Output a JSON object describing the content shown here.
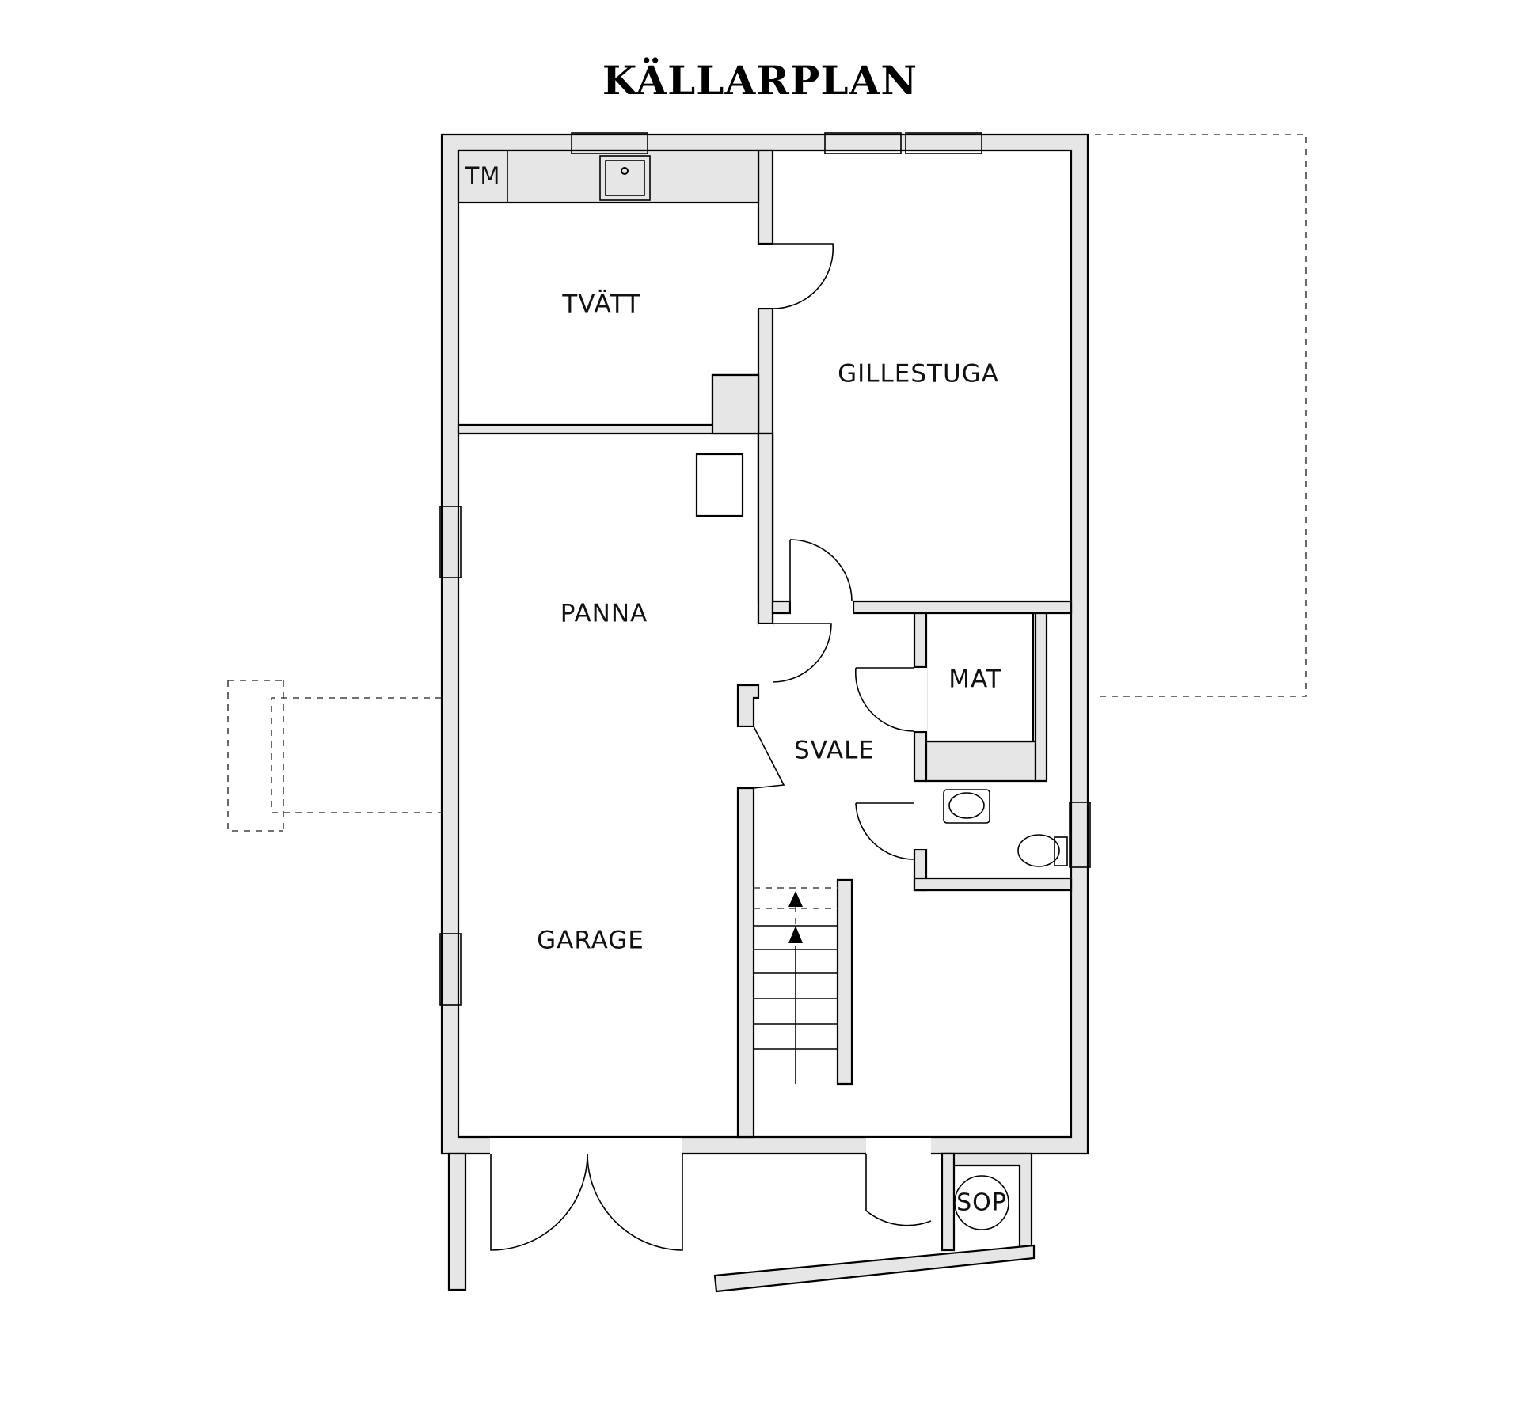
{
  "title": "KÄLLARPLAN",
  "rooms": {
    "tvatt": "TVÄTT",
    "gillestuga": "GILLESTUGA",
    "panna": "PANNA",
    "mat": "MAT",
    "svale": "SVALE",
    "garage": "GARAGE"
  },
  "fixtures": {
    "tm": "TM",
    "sop": "SOP"
  }
}
